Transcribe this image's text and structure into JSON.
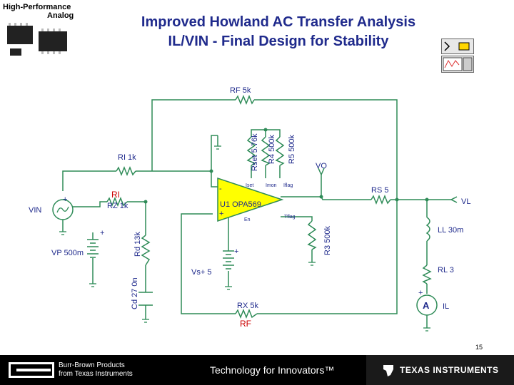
{
  "header": {
    "logo_line1": "High-Performance",
    "logo_line2": "Analog",
    "title_line1": "Improved Howland AC Transfer Analysis",
    "title_line2": "IL/VIN - Final Design for Stability"
  },
  "schematic": {
    "rf": "RF 5k",
    "rset": "Rset 5.76k",
    "r4": "R4 500k",
    "r5": "R5 500k",
    "ri": "RI 1k",
    "vo": "VO",
    "rs": "RS 5",
    "vl": "VL",
    "ri_red": "RI",
    "rz": "RZ 1k",
    "vin": "VIN",
    "u1": "U1 OPA569",
    "iset": "Iset",
    "imon": "Imon",
    "iflag": "Iflag",
    "en": "En",
    "tflag": "Tflag",
    "r3": "R3 500k",
    "ll": "LL 30m",
    "rl": "RL 3",
    "vp": "VP 500m",
    "rd": "Rd 13k",
    "vs": "Vs+ 5",
    "cd": "Cd 27 0n",
    "rx": "RX 5k",
    "rf_red": "RF",
    "ammeter": "A",
    "il": "IL",
    "plus": "+",
    "minus": "-"
  },
  "page_number": "15",
  "footer": {
    "bb_line1": "Burr-Brown Products",
    "bb_line2": "from Texas Instruments",
    "tagline": "Technology for Innovators™",
    "ti": "TEXAS INSTRUMENTS"
  },
  "colors": {
    "wire": "#2e8b57",
    "label": "#1f2a8c",
    "title": "#1f2a8c",
    "highlight": "#cc0000",
    "footer": "#000000"
  }
}
